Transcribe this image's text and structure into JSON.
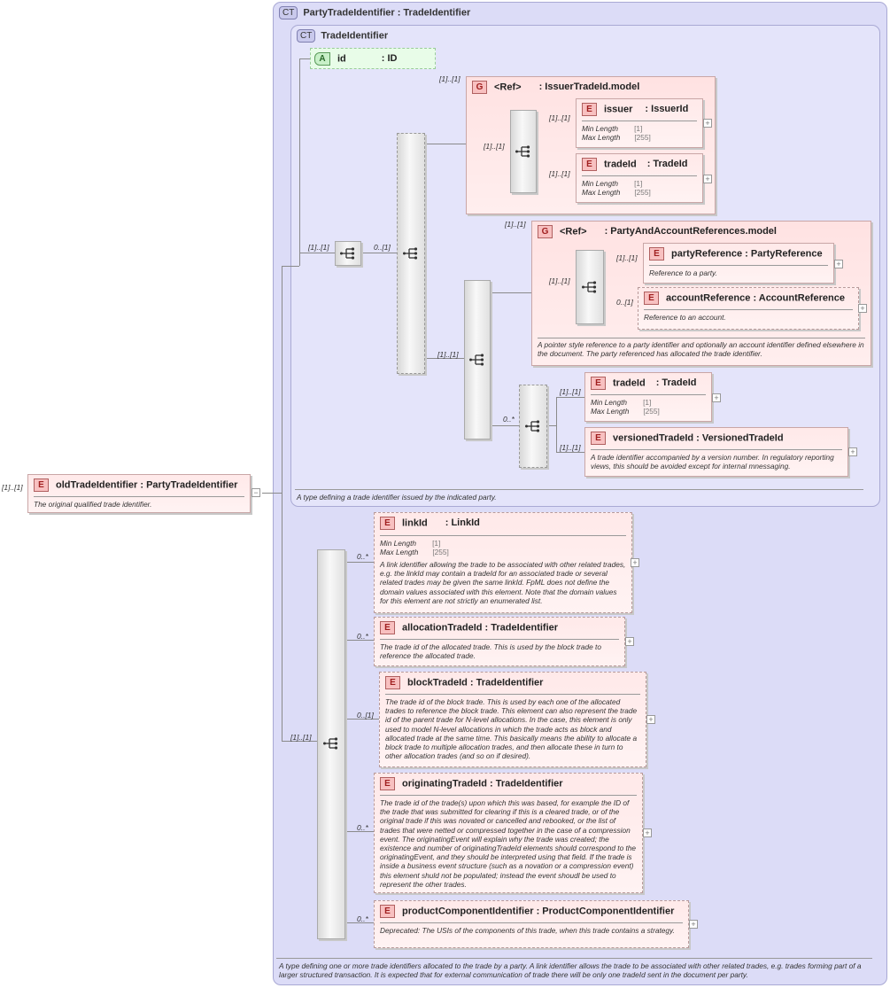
{
  "root": {
    "card": "[1]..[1]",
    "name": "oldTradeIdentifier",
    "type": ": PartyTradeIdentifier",
    "doc": "The original qualified trade identifier.",
    "collapse": "−"
  },
  "outer_ct": {
    "badge": "CT",
    "title": "PartyTradeIdentifier : TradeIdentifier",
    "doc": "A type defining one or more trade identifiers allocated to the trade by a party. A link identifier allows the trade to be associated with other related trades, e.g. trades forming part of a larger structured transaction. It is expected that for external communication of trade there will be only one tradeId sent in the document per party."
  },
  "inner_ct": {
    "badge": "CT",
    "title": "TradeIdentifier",
    "doc": "A type defining a trade identifier issued by the indicated party."
  },
  "attribute": {
    "tag": "A",
    "name": "id",
    "type": ": ID"
  },
  "choice_card_left": "[1]..[1]",
  "choice_card_right": "0..[1]",
  "group1": {
    "card": "[1]..[1]",
    "tag": "G",
    "ref": "<Ref>",
    "name": ": IssuerTradeId.model",
    "seq_card": "[1]..[1]",
    "issuer": {
      "card": "[1]..[1]",
      "name": "issuer",
      "type": ": IssuerId",
      "min_label": "Min Length",
      "min_val": "[1]",
      "max_label": "Max Length",
      "max_val": "[255]"
    },
    "tradeId": {
      "card": "[1]..[1]",
      "name": "tradeId",
      "type": ": TradeId",
      "min_label": "Min Length",
      "min_val": "[1]",
      "max_label": "Max Length",
      "max_val": "[255]"
    }
  },
  "seq2_card": "[1]..[1]",
  "group2": {
    "card": "[1]..[1]",
    "tag": "G",
    "ref": "<Ref>",
    "name": ": PartyAndAccountReferences.model",
    "seq_card": "[1]..[1]",
    "partyReference": {
      "card": "[1]..[1]",
      "name": "partyReference",
      "type": ": PartyReference",
      "doc": "Reference to a party."
    },
    "accountReference": {
      "card": "0..[1]",
      "name": "accountReference",
      "type": ": AccountReference",
      "doc": "Reference to an account."
    },
    "doc": "A pointer style reference to a party identifier and optionally an account identifier defined elsewhere in the document. The party referenced has allocated the trade identifier."
  },
  "choice2_card": "0..*",
  "tradeId2": {
    "card": "[1]..[1]",
    "name": "tradeId",
    "type": ": TradeId",
    "min_label": "Min Length",
    "min_val": "[1]",
    "max_label": "Max Length",
    "max_val": "[255]"
  },
  "versionedTradeId": {
    "card": "[1]..[1]",
    "name": "versionedTradeId",
    "type": ": VersionedTradeId",
    "doc": "A trade identifier accompanied by a version number. In regulatory reporting views, this should be avoided except for internal mnessaging."
  },
  "seq3_card": "[1]..[1]",
  "seq_outer_card": "[1]..[1]",
  "linkId": {
    "card": "0..*",
    "name": "linkId",
    "type": ": LinkId",
    "min_label": "Min Length",
    "min_val": "[1]",
    "max_label": "Max Length",
    "max_val": "[255]",
    "doc": "A link identifier allowing the trade to be associated with other related trades, e.g. the linkId may contain a tradeId for an associated trade or several related trades may be given the same linkId. FpML does not define the domain values associated with this element. Note that the domain values for this element are not strictly an enumerated list."
  },
  "allocationTradeId": {
    "card": "0..*",
    "name": "allocationTradeId",
    "type": ": TradeIdentifier",
    "doc": "The trade id of the allocated trade. This is used by the block trade to reference the allocated trade."
  },
  "blockTradeId": {
    "card": "0..[1]",
    "name": "blockTradeId",
    "type": ": TradeIdentifier",
    "doc": "The trade id of the block trade. This is used by each one of the allocated trades to reference the block trade. This element can also represent the trade id of the parent trade for N-level allocations. In the case, this element is only used to model N-level allocations in which the trade acts as block and allocated trade at the same time. This basically means the ability to allocate a block trade to multiple allocation trades, and then allocate these in turn to other allocation trades (and so on if desired)."
  },
  "originatingTradeId": {
    "card": "0..*",
    "name": "originatingTradeId",
    "type": ": TradeIdentifier",
    "doc": "The trade id of the trade(s) upon which this was based, for example the ID of the trade that was submitted for clearing if this is a cleared trade, or of the original trade if this was novated or cancelled and rebooked, or the list of trades that were netted or compressed together in the case of a compression event. The originatingEvent will explain why the trade was created; the existence and number of originatingTradeId elements should correspond to the originatingEvent, and they should be interpreted using that field. If the trade is inside a business event structure (such as a novation or a compression event) this element shuld not be populated; instead the event shoudl be used to represent the other trades."
  },
  "productComponentIdentifier": {
    "card": "0..*",
    "name": "productComponentIdentifier",
    "type": ": ProductComponentIdentifier",
    "doc": "Deprecated: The USIs of the components of this trade, when this trade contains a strategy."
  },
  "tags": {
    "element": "E",
    "expand": "+"
  }
}
